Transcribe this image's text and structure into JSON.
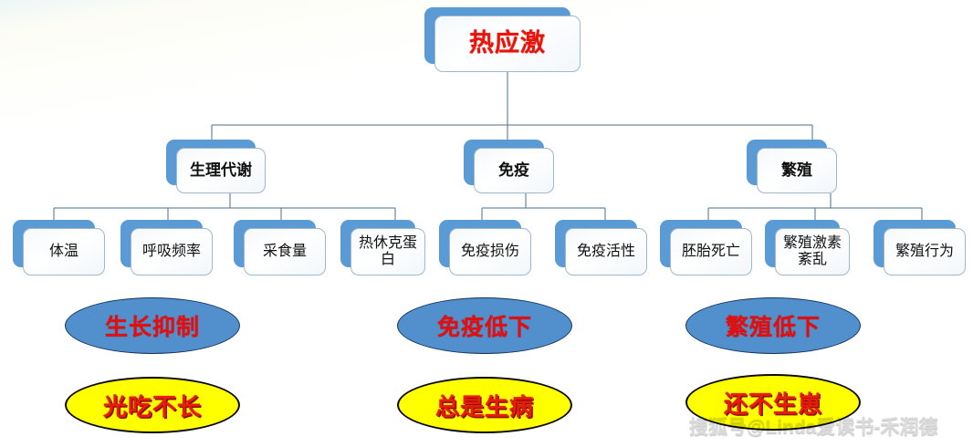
{
  "diagram": {
    "title": "热应激",
    "watermark": "搜狐号@Linda爱读书-禾润德",
    "colors": {
      "node_shadow_blue": "#5b9bd5",
      "node_face_white": "#ffffff",
      "node_border": "#9fb8cd",
      "root_text_red": "#e8140c",
      "ellipse_blue_fill": "#5190cd",
      "ellipse_blue_border": "#16335c",
      "ellipse_yellow_fill": "#ffff00",
      "ellipse_yellow_border": "#0a0a0a",
      "ellipse_text_red": "#e01010",
      "connector_line": "#4a6f8f",
      "background": "#ffffff"
    },
    "root": {
      "label": "热应激"
    },
    "branches": [
      {
        "label": "生理代谢",
        "leaves": [
          {
            "label": "体温"
          },
          {
            "label": "呼吸频率"
          },
          {
            "label": "采食量"
          },
          {
            "label": "热休克蛋白"
          }
        ],
        "outcome_blue": "生长抑制",
        "outcome_yellow": "光吃不长"
      },
      {
        "label": "免疫",
        "leaves": [
          {
            "label": "免疫损伤"
          },
          {
            "label": "免疫活性"
          }
        ],
        "outcome_blue": "免疫低下",
        "outcome_yellow": "总是生病"
      },
      {
        "label": "繁殖",
        "leaves": [
          {
            "label": "胚胎死亡"
          },
          {
            "label": "繁殖激素紊乱"
          },
          {
            "label": "繁殖行为"
          }
        ],
        "outcome_blue": "繁殖低下",
        "outcome_yellow": "还不生崽"
      }
    ]
  }
}
